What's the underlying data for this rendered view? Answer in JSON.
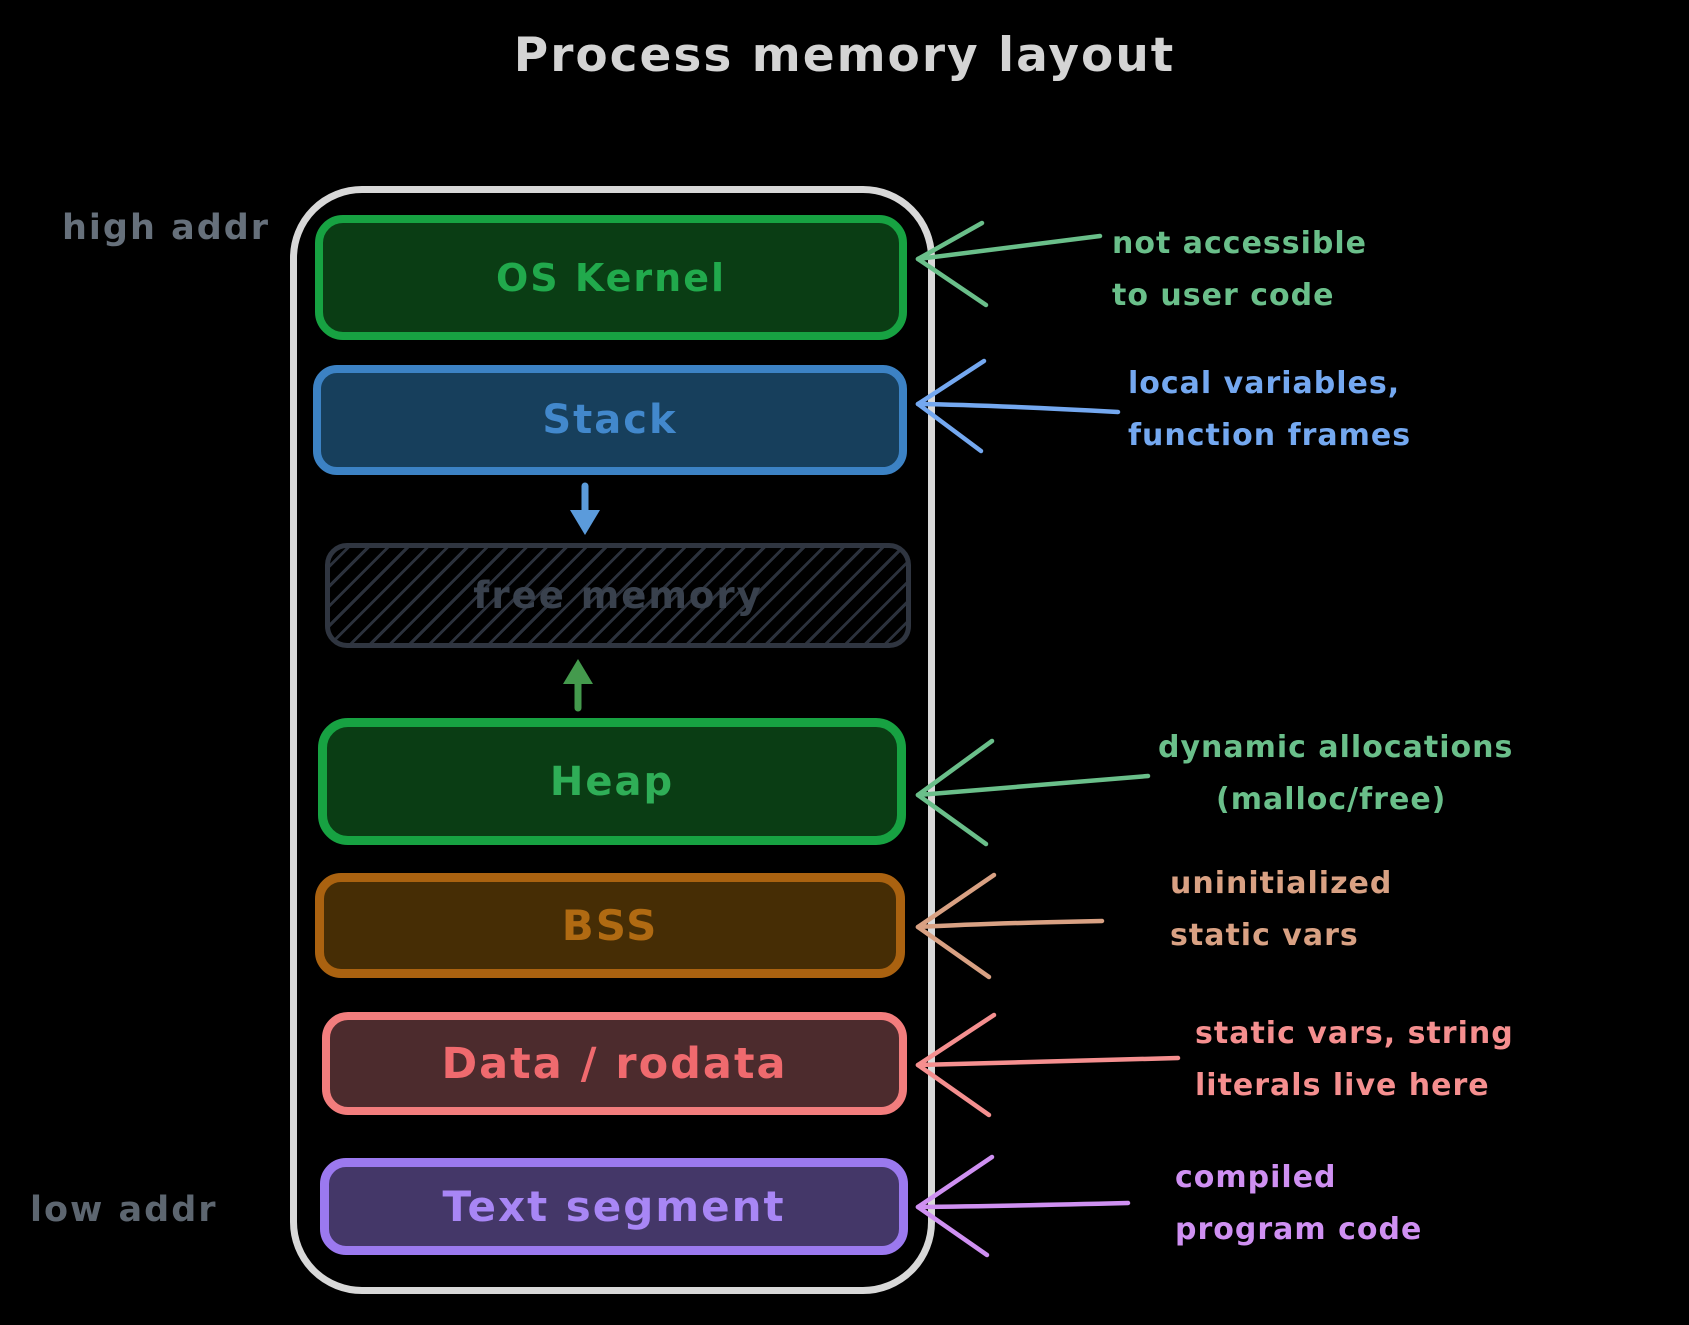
{
  "title": "Process memory layout",
  "side_labels": {
    "high": "high addr",
    "low": "low addr"
  },
  "colors": {
    "background": "#000000",
    "frame_border": "#d8d8d8",
    "title_text": "#d4d4d4",
    "side_label_text": "#66707b"
  },
  "segments": [
    {
      "name": "os-kernel",
      "label": "OS Kernel",
      "fill": "#0a3d14",
      "border": "#17a242",
      "text_color": "#21a94c"
    },
    {
      "name": "stack",
      "label": "Stack",
      "fill": "#173f5c",
      "border": "#3c82c4",
      "text_color": "#4288cc"
    },
    {
      "name": "free-memory",
      "label": "free memory",
      "fill": "#000000",
      "border": "#2f3540",
      "text_color": "#39414d",
      "hatched": true
    },
    {
      "name": "heap",
      "label": "Heap",
      "fill": "#0a3d14",
      "border": "#17a242",
      "text_color": "#2fae57"
    },
    {
      "name": "bss",
      "label": "BSS",
      "fill": "#462d05",
      "border": "#aa6210",
      "text_color": "#b06a12"
    },
    {
      "name": "data-rodata",
      "label": "Data / rodata",
      "fill": "#4c2b2d",
      "border": "#f27d7d",
      "text_color": "#ef6a6e"
    },
    {
      "name": "text-segment",
      "label": "Text segment",
      "fill": "#443768",
      "border": "#9b79ef",
      "text_color": "#a886f5"
    }
  ],
  "growth_arrows": [
    {
      "name": "stack-growth-arrow",
      "direction": "down",
      "color": "#5b9bdb"
    },
    {
      "name": "heap-growth-arrow",
      "direction": "up",
      "color": "#449a4d"
    }
  ],
  "annotations": [
    {
      "name": "os-kernel-note",
      "lines": [
        "not accessible",
        "to user code"
      ],
      "color": "#6abf8a"
    },
    {
      "name": "stack-note",
      "lines": [
        "local variables,",
        "function frames"
      ],
      "color": "#74a8f0"
    },
    {
      "name": "heap-note",
      "lines": [
        "dynamic allocations",
        "(malloc/free)"
      ],
      "color": "#6abf8a"
    },
    {
      "name": "bss-note",
      "lines": [
        "uninitialized",
        "static vars"
      ],
      "color": "#d9a183"
    },
    {
      "name": "data-note",
      "lines": [
        "static vars, string",
        "literals live here"
      ],
      "color": "#f58f8f"
    },
    {
      "name": "text-segment-note",
      "lines": [
        "compiled",
        "program code"
      ],
      "color": "#cf90f2"
    }
  ]
}
